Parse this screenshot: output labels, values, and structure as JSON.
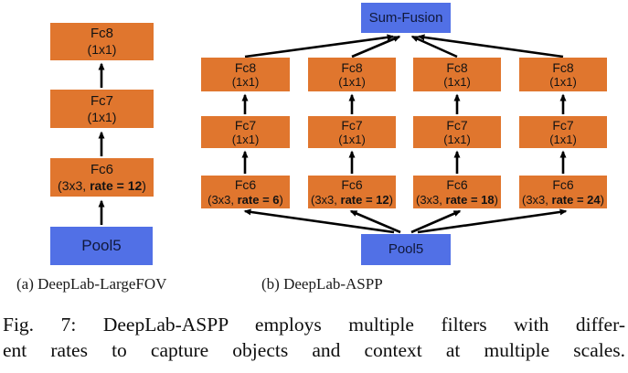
{
  "colors": {
    "orange": "#E0762E",
    "blue": "#5170E6",
    "arrow": "#000000"
  },
  "diagram_a": {
    "caption": "(a) DeepLab-LargeFOV",
    "fc8": {
      "label": "Fc8",
      "sub": "(1x1)"
    },
    "fc7": {
      "label": "Fc7",
      "sub": "(1x1)"
    },
    "fc6": {
      "label": "Fc6",
      "sub_prefix": "(3x3, ",
      "sub_bold": "rate = 12",
      "sub_suffix": ")"
    },
    "pool5": {
      "label": "Pool5"
    }
  },
  "diagram_b": {
    "caption": "(b) DeepLab-ASPP",
    "sum_fusion": {
      "label": "Sum-Fusion"
    },
    "pool5": {
      "label": "Pool5"
    },
    "columns": [
      {
        "fc8": {
          "label": "Fc8",
          "sub": "(1x1)"
        },
        "fc7": {
          "label": "Fc7",
          "sub": "(1x1)"
        },
        "fc6": {
          "label": "Fc6",
          "sub_prefix": "(3x3, ",
          "sub_bold": "rate = 6",
          "sub_suffix": ")"
        }
      },
      {
        "fc8": {
          "label": "Fc8",
          "sub": "(1x1)"
        },
        "fc7": {
          "label": "Fc7",
          "sub": "(1x1)"
        },
        "fc6": {
          "label": "Fc6",
          "sub_prefix": "(3x3, ",
          "sub_bold": "rate = 12",
          "sub_suffix": ")"
        }
      },
      {
        "fc8": {
          "label": "Fc8",
          "sub": "(1x1)"
        },
        "fc7": {
          "label": "Fc7",
          "sub": "(1x1)"
        },
        "fc6": {
          "label": "Fc6",
          "sub_prefix": "(3x3, ",
          "sub_bold": "rate = 18",
          "sub_suffix": ")"
        }
      },
      {
        "fc8": {
          "label": "Fc8",
          "sub": "(1x1)"
        },
        "fc7": {
          "label": "Fc7",
          "sub": "(1x1)"
        },
        "fc6": {
          "label": "Fc6",
          "sub_prefix": "(3x3, ",
          "sub_bold": "rate = 24",
          "sub_suffix": ")"
        }
      }
    ]
  },
  "figure_caption": {
    "line1": "Fig. 7: DeepLab-ASPP employs multiple filters with differ-",
    "line2": "ent rates to capture objects and context at multiple scales."
  }
}
